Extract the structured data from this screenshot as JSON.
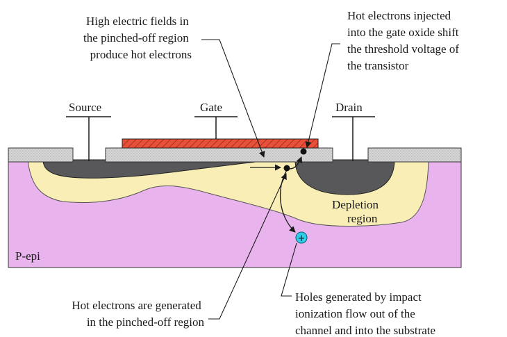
{
  "labels": {
    "source": "Source",
    "gate": "Gate",
    "drain": "Drain",
    "depletion_line1": "Depletion",
    "depletion_line2": "region",
    "substrate": "P-epi"
  },
  "annotations": {
    "high_field": [
      "High electric fields in",
      "the pinched-off region",
      "produce hot electrons"
    ],
    "injected": [
      "Hot electrons injected",
      "into the gate oxide shift",
      "the threshold voltage of",
      "the transistor"
    ],
    "generated": [
      "Hot electrons are generated",
      "in the pinched-off region"
    ],
    "holes": [
      "Holes generated by impact",
      "ionization flow out of the",
      "channel and into the substrate"
    ]
  },
  "symbols": {
    "hole": "+"
  },
  "colors": {
    "substrate": "#e9b4ee",
    "depletion": "#f8eeb6",
    "diffusion": "#58585a",
    "oxide": "#d6d6d6",
    "gate": "#e8503a",
    "hole": "#2fd0ec"
  }
}
